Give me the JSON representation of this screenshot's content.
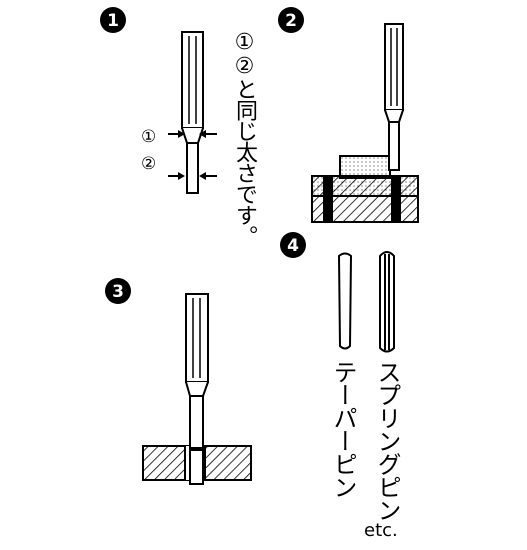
{
  "steps": [
    "1",
    "2",
    "3",
    "4"
  ],
  "markers": [
    "①",
    "②"
  ],
  "note": "①②と同じ太さです。",
  "pins": {
    "taper": "テーパーピン",
    "spring": "スプリングピン",
    "etc": "etc."
  },
  "colors": {
    "ink": "#000000",
    "paper": "#ffffff"
  }
}
